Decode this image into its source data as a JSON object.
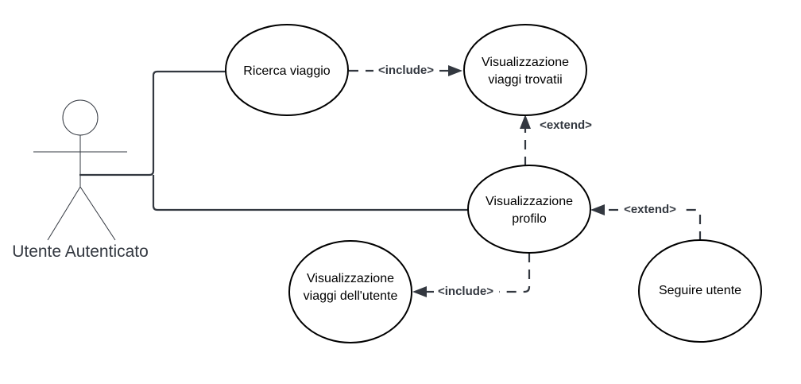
{
  "actor": {
    "name": "Utente Autenticato"
  },
  "use_cases": {
    "ricerca": [
      "Ricerca viaggio"
    ],
    "trovati": [
      "Visualizzazione",
      "viaggi trovatii"
    ],
    "profilo": [
      "Visualizzazione",
      "profilo"
    ],
    "utente_viaggi": [
      "Visualizzazione",
      "viaggi dell'utente"
    ],
    "seguire": [
      "Seguire utente"
    ]
  },
  "relations": {
    "include_top": "<include>",
    "extend_top": "<extend>",
    "extend_right": "<extend>",
    "include_bottom": "<include>"
  },
  "colors": {
    "line": "#333840",
    "ellipse_stroke": "#000000",
    "background": "#ffffff"
  }
}
